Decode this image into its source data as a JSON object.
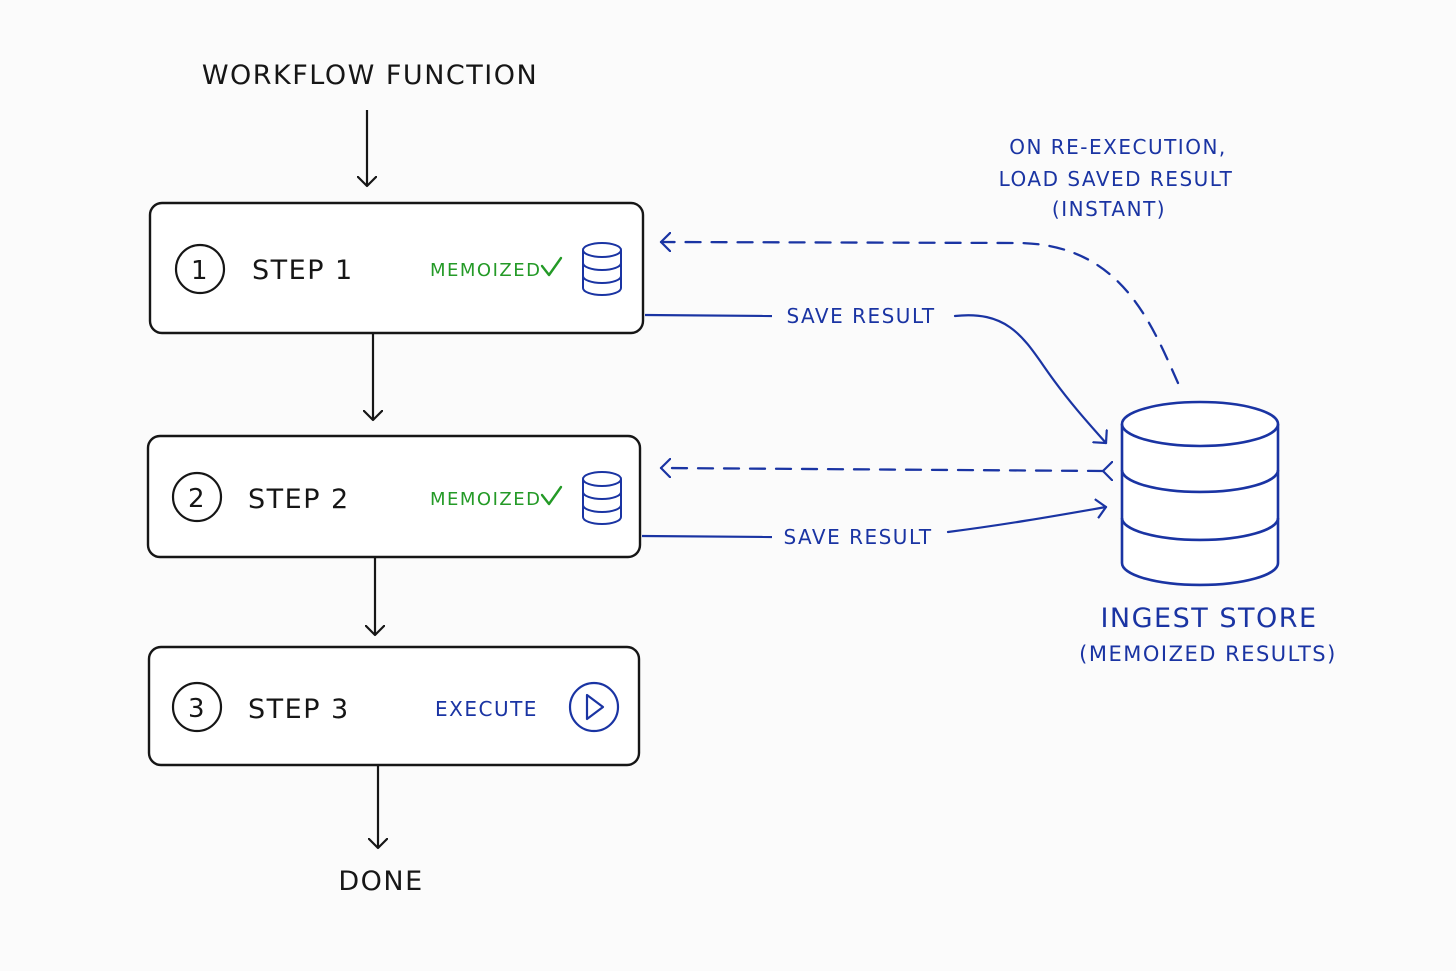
{
  "header": {
    "title": "WORKFLOW FUNCTION"
  },
  "steps": [
    {
      "number": "1",
      "label": "STEP 1",
      "status": "MEMOIZED",
      "status_icon": "checkmark-icon",
      "icon": "database-icon",
      "status_color": "#249a27"
    },
    {
      "number": "2",
      "label": "STEP 2",
      "status": "MEMOIZED",
      "status_icon": "checkmark-icon",
      "icon": "database-icon",
      "status_color": "#249a27"
    },
    {
      "number": "3",
      "label": "STEP 3",
      "status": "EXECUTE",
      "icon": "play-icon",
      "status_color": "#1a34a3"
    }
  ],
  "footer": {
    "end_label": "DONE"
  },
  "connectors": {
    "save_label_1": "SAVE RESULT",
    "save_label_2": "SAVE RESULT",
    "reexecution_line_1": "ON RE-EXECUTION,",
    "reexecution_line_2": "LOAD SAVED RESULT",
    "reexecution_line_3": "(INSTANT)"
  },
  "store": {
    "title": "INGEST STORE",
    "subtitle": "(MEMOIZED RESULTS)",
    "icon": "database-icon"
  },
  "colors": {
    "ink": "#161616",
    "accent_blue": "#1a34a3",
    "memoized_green": "#249a27",
    "background": "#fbfbfb"
  }
}
